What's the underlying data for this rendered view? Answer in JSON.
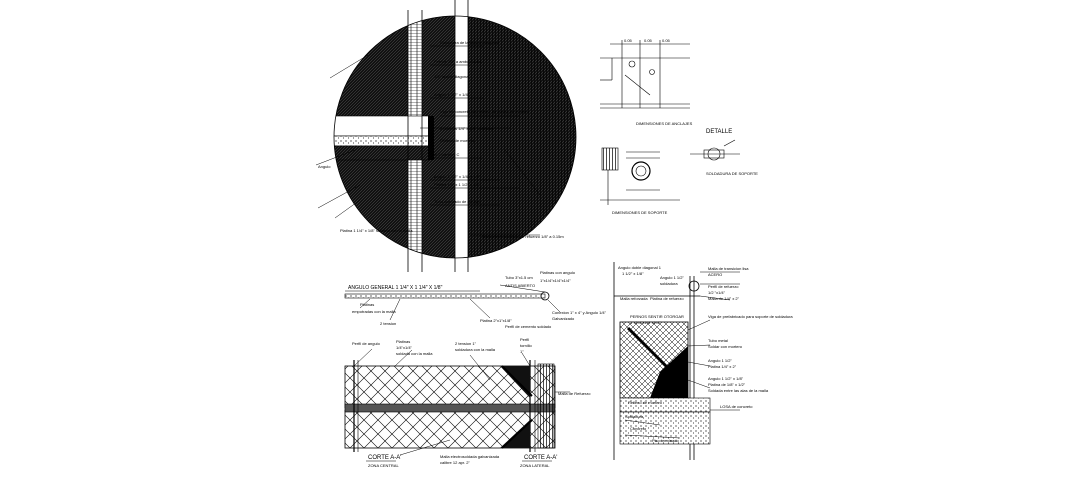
{
  "labels": {
    "circle_detail": {
      "l1": "Cantonera de lamina en diagonal",
      "l2": "Pernos 3/8\" a ambos lados",
      "l3": "1/4\" ancho diagonal",
      "l4": "Angulo 1 1/2\" x 1/4\"",
      "l5": "Viga de concreto con relleno de piedra de mortero",
      "l6": "2 platinas 1/4\" x 1/8\" soldadas",
      "l7": "Relleno de mortero",
      "l8": "Perfil 2 tornillos C",
      "l9": "Angulo 1 1/2\" x 1/4\" x 1/8\"",
      "l10": "Platina 1/4\" x 1 1/2\" x 1/8\"",
      "l11": "Tubo cuadrado de anclaje",
      "l12": "Angulo",
      "l13": "Platina 1 1/4\" x 1/8\" soldada con la malla",
      "l14": "Malla electrosoldada de refuerzo 1/8\" a 0.15m"
    },
    "top_right": {
      "caption": "DIMENSIONES DE ANCLAJES",
      "detail_title": "DETALLE",
      "detail_caption": "SOLDADURA DE SOPORTE",
      "anchor_caption": "DIMENSIONES DE SOPORTE",
      "dim1": "0.05",
      "dim2": "0.05",
      "dim3": "0.05"
    },
    "corte_central": {
      "angle_label": "ANGULO GENERAL 1 1/4\" X 1 1/4\" X 1/8\"",
      "tube_label": "Tubo 3\"x1.5 cm",
      "tube_label2": "Platinas con angulo",
      "tube_label3": "ANTIS ABIERTO",
      "tube_sizes": "1\"x1/4\"x1/4\"x1/4\"",
      "platinas": "Platinas",
      "platinas2": "empotradas con la malla",
      "tension": "2 tension",
      "platina_label": "Platina 2\"x1\"x1/8\"",
      "soldadura": "Perfil de cemento soldado",
      "conexion": "Conexion 1\" x 4\" y Angulo 1/4\"",
      "conexion2": "Galvanizado",
      "perfil_angulo": "Perfil de angulo",
      "platinas_left": "Platinas",
      "platinas_left2": "1/4\"x1/4\"",
      "platinas_left3": "soldada con la malla",
      "tension_center": "2 tension 1\"",
      "tension_center2": "soldadura con la malla",
      "perfil_right": "Perfil",
      "perfil_right2": "tornillo",
      "perfil_right3": "1\"",
      "malla_right": "Malla de Refuerzo",
      "malla_bottom": "Malla electrosoldada galvanizada",
      "malla_bottom2": "calibre 12 apr. 2\"",
      "corte_left": "CORTE A-A'",
      "zona_left": "ZONA CENTRAL",
      "corte_right": "CORTE A-A'",
      "zona_right": "ZONA LATERAL"
    },
    "corte_lateral": {
      "r1": "Angulo doble diagonal 1",
      "r2": "1 1/2\" x 1/8\"",
      "r3": "Angulo 1 1/2\"",
      "r4": "soldadura",
      "r5": "Malla reforzada",
      "r6": "Platina de refuerzo",
      "r7": "Malla de transicion lisa",
      "r8": "ACERO",
      "r9": "Perfil de refuerzo",
      "r10": "1/2 \"x1/4\"",
      "r11": "Malla de 1/4\" x 2\"",
      "r12": "PERNOS SENTIR OTORGAR",
      "r13": "1\"x1/4\"x1/4\"x1/4\"",
      "r14": "Viga de prefabricado para soporte de soldadura",
      "r15": "Tubo metal",
      "r16": "Soldar con mortero",
      "r17": "Angulo 1 1/2\"",
      "r18": "Platina 1/4\" x 2\"",
      "r19": "Angulo 1 1/2\" x 1/8\"",
      "r20": "Platina de 1/8\" x 1/2\"",
      "r21": "Soldada entre las alas de la malla",
      "r22": "LOSA de concreto",
      "r23": "Relleno de mortero",
      "r24": "Soldadura",
      "r25": "Concreto",
      "r26": "Piso terminado"
    }
  },
  "colors": {
    "ink": "#000000",
    "paper": "#ffffff",
    "fill_dark": "#1a1a1a",
    "fill_light": "#bdbdbd"
  }
}
